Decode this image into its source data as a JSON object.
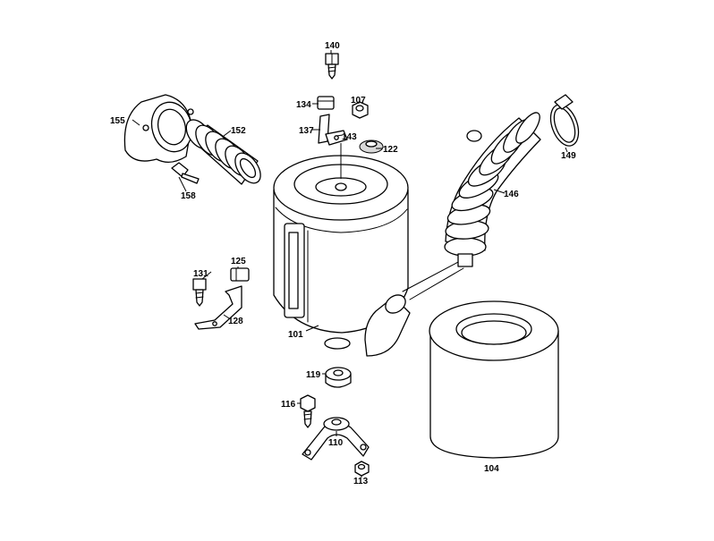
{
  "parts": {
    "p101": "101",
    "p104": "104",
    "p107": "107",
    "p110": "110",
    "p113": "113",
    "p116": "116",
    "p119": "119",
    "p122": "122",
    "p125": "125",
    "p128": "128",
    "p131": "131",
    "p134": "134",
    "p137": "137",
    "p140": "140",
    "p143": "143",
    "p146": "146",
    "p149": "149",
    "p152": "152",
    "p155": "155",
    "p158": "158"
  }
}
